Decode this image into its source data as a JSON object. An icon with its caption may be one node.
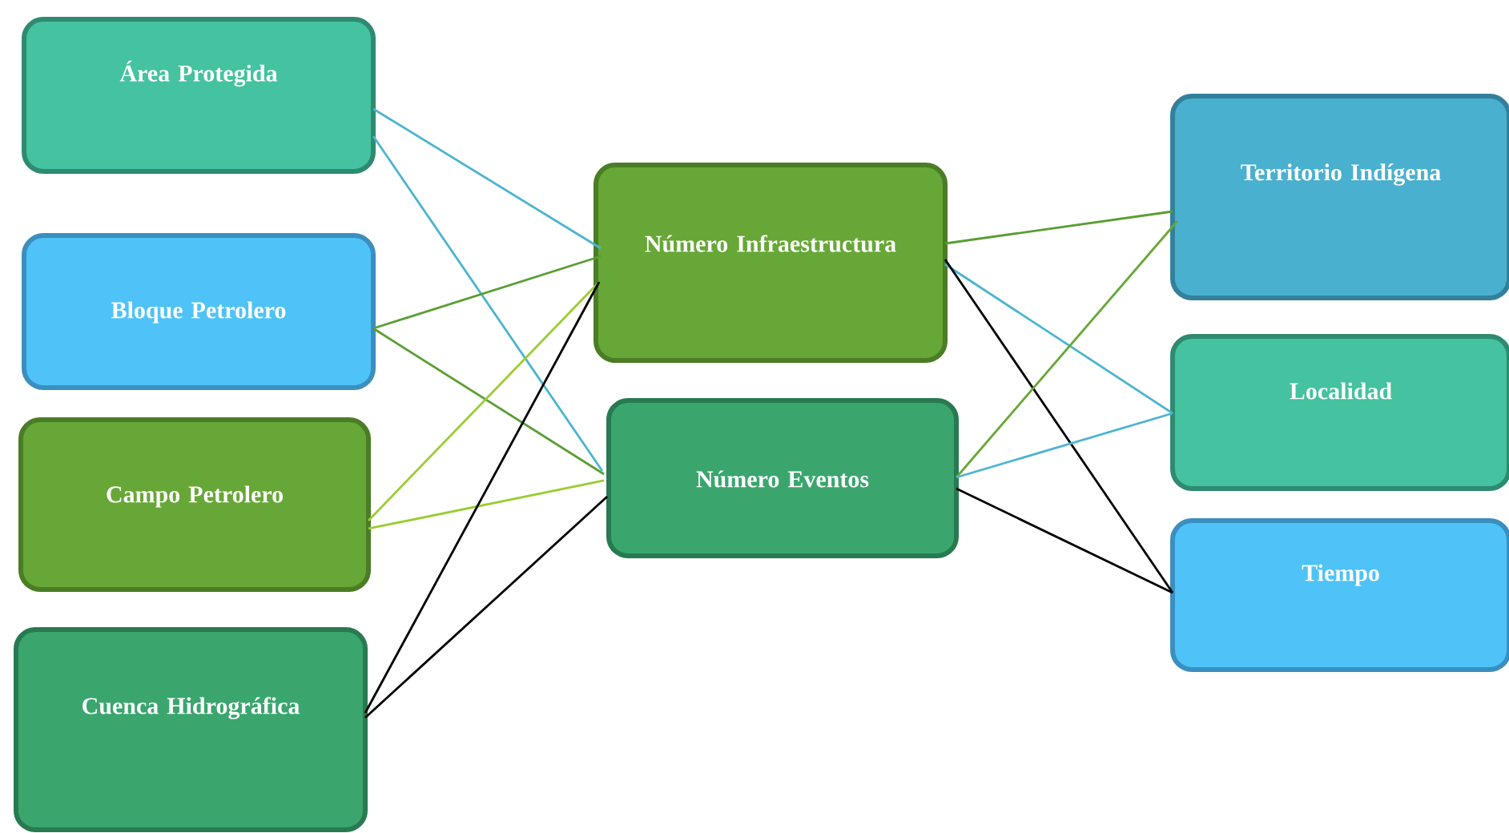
{
  "diagram": {
    "nodes": [
      {
        "text": [
          "Área Protegida"
        ]
      },
      {
        "text": [
          "Bloque Petrolero"
        ]
      },
      {
        "text": [
          "Campo Petrolero"
        ]
      },
      {
        "text": [
          "Cuenca Hidrográfica"
        ]
      },
      {
        "text": [
          "Número Infraestructura"
        ]
      },
      {
        "text": [
          "Número Eventos"
        ]
      },
      {
        "text": [
          "Territorio Indígena"
        ]
      },
      {
        "text": [
          "Localidad"
        ]
      },
      {
        "text": [
          "Tiempo"
        ]
      }
    ],
    "edges": [
      {
        "from": 0,
        "to": 4,
        "arrow": "none",
        "color": "#4bb4d0"
      },
      {
        "from": 0,
        "to": 5,
        "arrow": "none",
        "color": "#4bb4d0"
      },
      {
        "from": 1,
        "to": 4,
        "arrow": "none",
        "color": "#5a9e32"
      },
      {
        "from": 1,
        "to": 5,
        "arrow": "none",
        "color": "#5a9e32"
      },
      {
        "from": 2,
        "to": 4,
        "arrow": "none",
        "color": "#9acd32"
      },
      {
        "from": 2,
        "to": 5,
        "arrow": "none",
        "color": "#9acd32"
      },
      {
        "from": 3,
        "to": 4,
        "arrow": "none",
        "color": "#000000"
      },
      {
        "from": 3,
        "to": 5,
        "arrow": "none",
        "color": "#000000"
      },
      {
        "from": 4,
        "to": 6,
        "arrow": "none",
        "color": "#5a9e32"
      },
      {
        "from": 4,
        "to": 7,
        "arrow": "none",
        "color": "#4bb4d0"
      },
      {
        "from": 4,
        "to": 8,
        "arrow": "none",
        "color": "#000000"
      },
      {
        "from": 5,
        "to": 6,
        "arrow": "none",
        "color": "#67a737"
      },
      {
        "from": 5,
        "to": 7,
        "arrow": "none",
        "color": "#4bb4d0"
      },
      {
        "from": 5,
        "to": 8,
        "arrow": "none",
        "color": "#000000"
      }
    ]
  }
}
